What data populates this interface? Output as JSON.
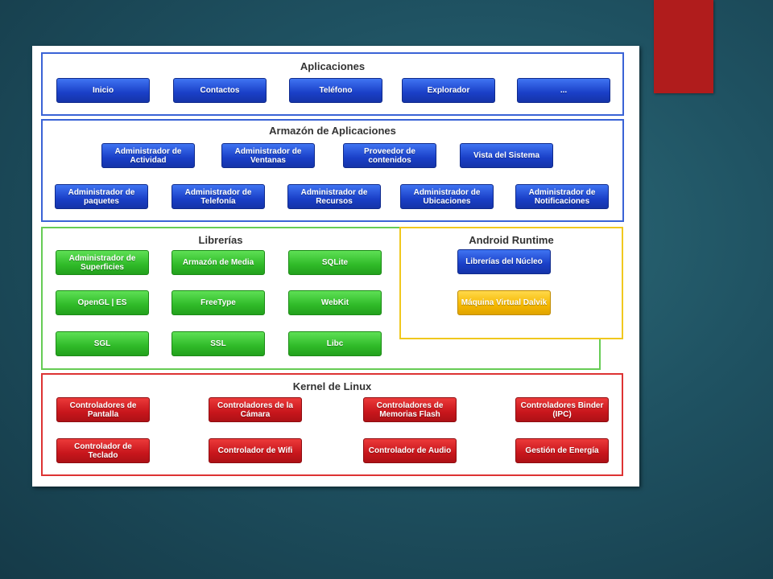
{
  "apps": {
    "title": "Aplicaciones",
    "items": [
      "Inicio",
      "Contactos",
      "Teléfono",
      "Explorador",
      "..."
    ]
  },
  "framework": {
    "title": "Armazón de Aplicaciones",
    "row1": [
      "Administrador de Actividad",
      "Administrador de Ventanas",
      "Proveedor de contenidos",
      "Vista del Sistema"
    ],
    "row2": [
      "Administrador de paquetes",
      "Administrador de Telefonía",
      "Administrador de Recursos",
      "Administrador de Ubicaciones",
      "Administrador de Notificaciones"
    ]
  },
  "libraries": {
    "title": "Librerías",
    "items": [
      "Administrador de Superficies",
      "Armazón de Media",
      "SQLite",
      "OpenGL | ES",
      "FreeType",
      "WebKit",
      "SGL",
      "SSL",
      "Libc"
    ]
  },
  "runtime": {
    "title": "Android Runtime",
    "items": [
      "Librerías del Núcleo",
      "Máquina Virtual Dalvik"
    ]
  },
  "kernel": {
    "title": "Kernel de Linux",
    "items": [
      "Controladores de Pantalla",
      "Controladores de la Cámara",
      "Controladores de Memorias Flash",
      "Controladores Binder (IPC)",
      "Controlador de Teclado",
      "Controlador de Wifi",
      "Controlador de Audio",
      "Gestión de Energía"
    ]
  },
  "colors": {
    "accent": "#b01c1c",
    "apps_border": "#3a63d6",
    "libraries_border": "#66cc55",
    "runtime_border": "#f0c81e",
    "kernel_border": "#dd3333"
  }
}
